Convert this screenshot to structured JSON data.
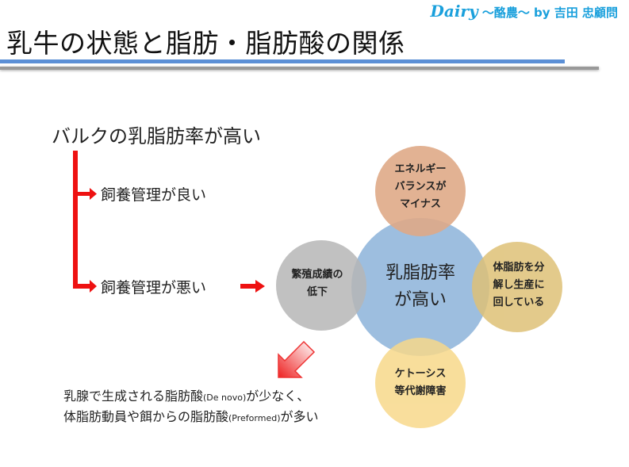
{
  "header": {
    "brand_logo": "Dairy",
    "brand_rest": " ～酪農～ by 吉田 忠顧問",
    "title": "乳牛の状態と脂肪・脂肪酸の関係"
  },
  "left": {
    "heading": "バルクの乳脂肪率が高い",
    "branch_good": "飼養管理が良い",
    "branch_bad": "飼養管理が悪い"
  },
  "diagram": {
    "center": [
      "乳脂肪率",
      "が高い"
    ],
    "top": [
      "エネルギー",
      "バランスが",
      "マイナス"
    ],
    "right": [
      "体脂肪を分",
      "解し生産に",
      "回している"
    ],
    "bottom": [
      "ケトーシス",
      "等代謝障害"
    ],
    "left": [
      "繁殖成績の",
      "低下"
    ],
    "colors": {
      "center": "#8db3da",
      "top": "#d99a72",
      "right": "#d8b65e",
      "bottom": "#f6d176",
      "left": "#a9a9a9",
      "arrow": "#ee1111"
    }
  },
  "note": {
    "line1_a": "乳腺で生成される脂肪酸",
    "line1_b": "(De novo)",
    "line1_c": "が少なく、",
    "line2_a": "体脂肪動員や餌からの脂肪酸",
    "line2_b": "(Preformed)",
    "line2_c": "が多い"
  }
}
